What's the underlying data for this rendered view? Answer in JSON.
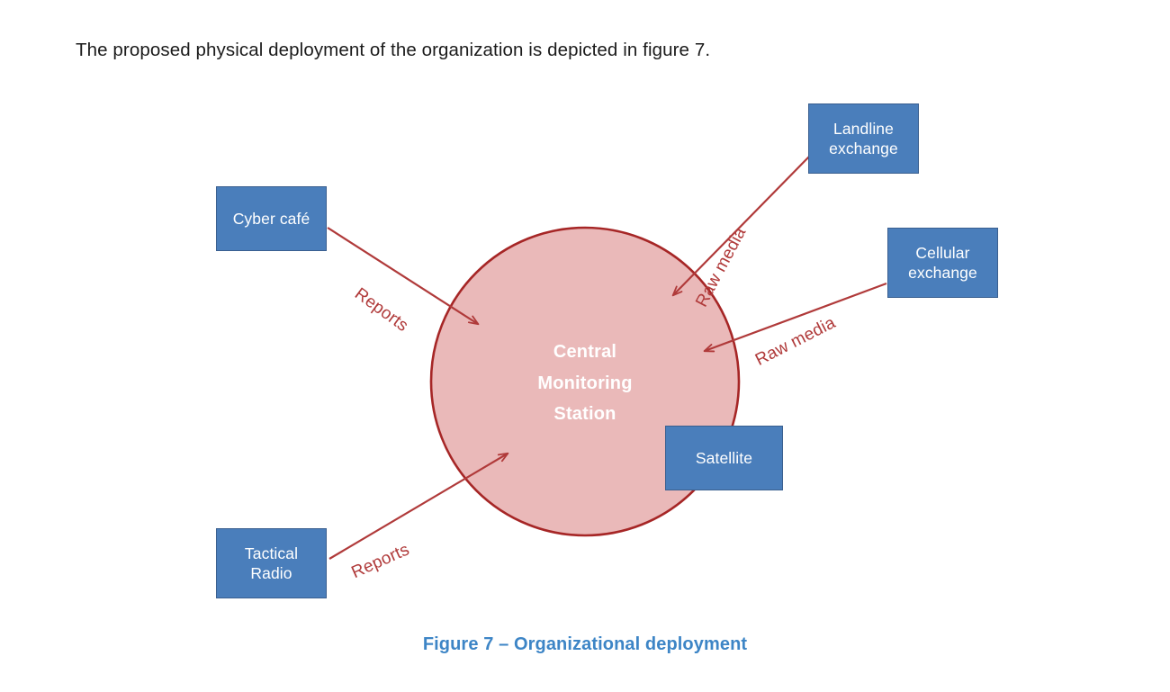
{
  "document": {
    "intro_paragraph": "The proposed physical deployment of the organization is depicted in figure 7.",
    "figure_caption": "Figure 7 – Organizational deployment"
  },
  "colors": {
    "node_fill": "#4a7ebb",
    "node_border": "#3a5f8f",
    "node_text": "#ffffff",
    "circle_fill": "#eab9b9",
    "circle_border": "#a62626",
    "arrow": "#b03a3a",
    "caption_text": "#3d85c6",
    "body_text": "#1b1b1b"
  },
  "diagram": {
    "type": "hub-and-spoke",
    "center": {
      "id": "central-monitoring-station",
      "label_lines": [
        "Central",
        "Monitoring",
        "Station"
      ],
      "shape": "circle"
    },
    "nodes": [
      {
        "id": "cyber-cafe",
        "label_lines": [
          "Cyber café"
        ],
        "shape": "rectangle"
      },
      {
        "id": "landline-exchange",
        "label_lines": [
          "Landline",
          "exchange"
        ],
        "shape": "rectangle"
      },
      {
        "id": "cellular-exchange",
        "label_lines": [
          "Cellular",
          "exchange"
        ],
        "shape": "rectangle"
      },
      {
        "id": "satellite",
        "label_lines": [
          "Satellite"
        ],
        "shape": "rectangle"
      },
      {
        "id": "tactical-radio",
        "label_lines": [
          "Tactical",
          "Radio"
        ],
        "shape": "rectangle"
      }
    ],
    "edges": [
      {
        "id": "cyber-cafe-to-center",
        "from": "cyber-cafe",
        "to": "central-monitoring-station",
        "label": "Reports",
        "arrowhead": true
      },
      {
        "id": "tactical-radio-to-center",
        "from": "tactical-radio",
        "to": "central-monitoring-station",
        "label": "Reports",
        "arrowhead": true
      },
      {
        "id": "landline-to-center",
        "from": "landline-exchange",
        "to": "central-monitoring-station",
        "label": "Raw media",
        "arrowhead": true
      },
      {
        "id": "cellular-to-center",
        "from": "cellular-exchange",
        "to": "central-monitoring-station",
        "label": "Raw media",
        "arrowhead": true
      },
      {
        "id": "satellite-to-center",
        "from": "satellite",
        "to": "central-monitoring-station",
        "label": "",
        "arrowhead": false
      }
    ]
  }
}
